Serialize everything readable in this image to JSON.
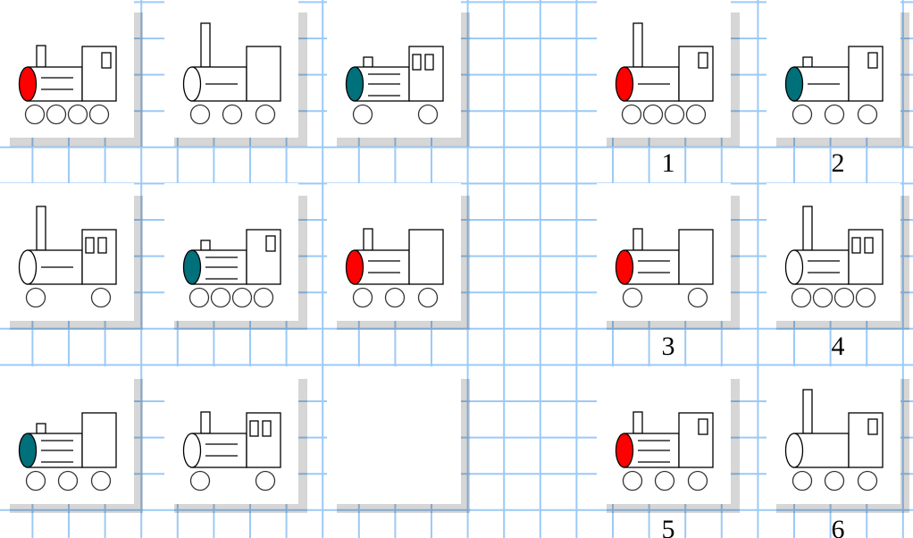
{
  "colors": {
    "red": "#ff0000",
    "teal": "#00707a",
    "white": "#ffffff",
    "grid": "#9ccaf6",
    "outline": "#000000"
  },
  "puzzle_grid": [
    {
      "front": "red",
      "stack": "medium",
      "lines": 2,
      "windows": 1,
      "wheels": 4
    },
    {
      "front": "white",
      "stack": "tall",
      "lines": 1,
      "windows": 0,
      "wheels": 3
    },
    {
      "front": "teal",
      "stack": "tiny",
      "lines": 3,
      "windows": 2,
      "wheels": 2
    },
    {
      "front": "white",
      "stack": "tall",
      "lines": 1,
      "windows": 2,
      "wheels": 2
    },
    {
      "front": "teal",
      "stack": "tiny",
      "lines": 3,
      "windows": 1,
      "wheels": 4
    },
    {
      "front": "red",
      "stack": "medium",
      "lines": 2,
      "windows": 0,
      "wheels": 3
    },
    {
      "front": "teal",
      "stack": "tiny",
      "lines": 3,
      "windows": 0,
      "wheels": 3
    },
    {
      "front": "white",
      "stack": "medium",
      "lines": 2,
      "windows": 2,
      "wheels": 2
    },
    null
  ],
  "options": [
    {
      "label": "1",
      "front": "red",
      "stack": "tall",
      "lines": 1,
      "windows": 1,
      "wheels": 4
    },
    {
      "label": "2",
      "front": "teal",
      "stack": "tiny",
      "lines": 1,
      "windows": 1,
      "wheels": 3
    },
    {
      "label": "3",
      "front": "red",
      "stack": "medium",
      "lines": 2,
      "windows": 0,
      "wheels": 2
    },
    {
      "label": "4",
      "front": "white",
      "stack": "tall",
      "lines": 2,
      "windows": 2,
      "wheels": 4
    },
    {
      "label": "5",
      "front": "red",
      "stack": "medium",
      "lines": 3,
      "windows": 1,
      "wheels": 3
    },
    {
      "label": "6",
      "front": "white",
      "stack": "tall",
      "lines": 0,
      "windows": 1,
      "wheels": 3
    }
  ]
}
